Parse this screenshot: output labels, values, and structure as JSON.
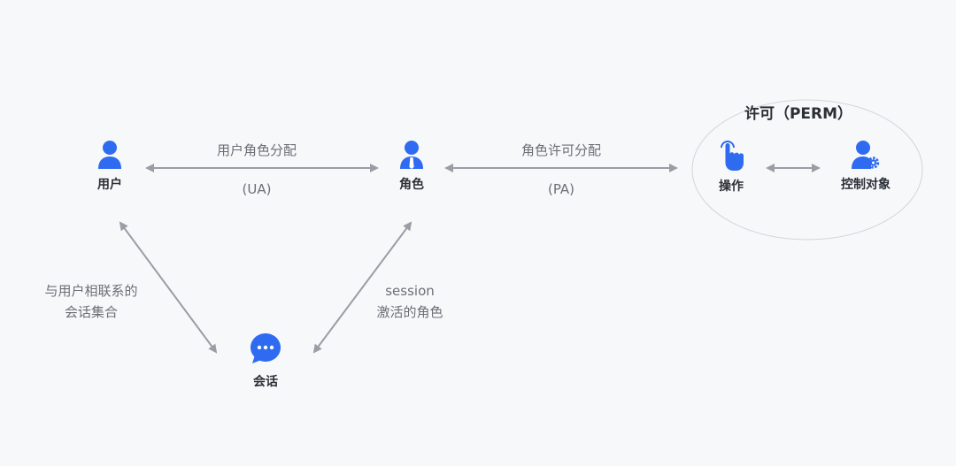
{
  "nodes": {
    "user": "用户",
    "role": "角色",
    "session": "会话",
    "operation": "操作",
    "object": "控制对象"
  },
  "edges": {
    "ua_title": "用户角色分配",
    "ua_abbr": "(UA)",
    "pa_title": "角色许可分配",
    "pa_abbr": "(PA)",
    "user_session_line1": "与用户相联系的",
    "user_session_line2": "会话集合",
    "role_session_line1": "session",
    "role_session_line2": "激活的角色"
  },
  "perm": {
    "title": "许可（PERM）"
  },
  "colors": {
    "accent": "#2f6bf0",
    "arrow": "#9a9da3",
    "text": "#2b2f36",
    "muted": "#6b6f76"
  },
  "icons": {
    "user": "user-icon",
    "role": "role-user-icon",
    "session": "chat-bubble-icon",
    "operation": "pointer-hand-icon",
    "object": "user-gear-icon"
  }
}
